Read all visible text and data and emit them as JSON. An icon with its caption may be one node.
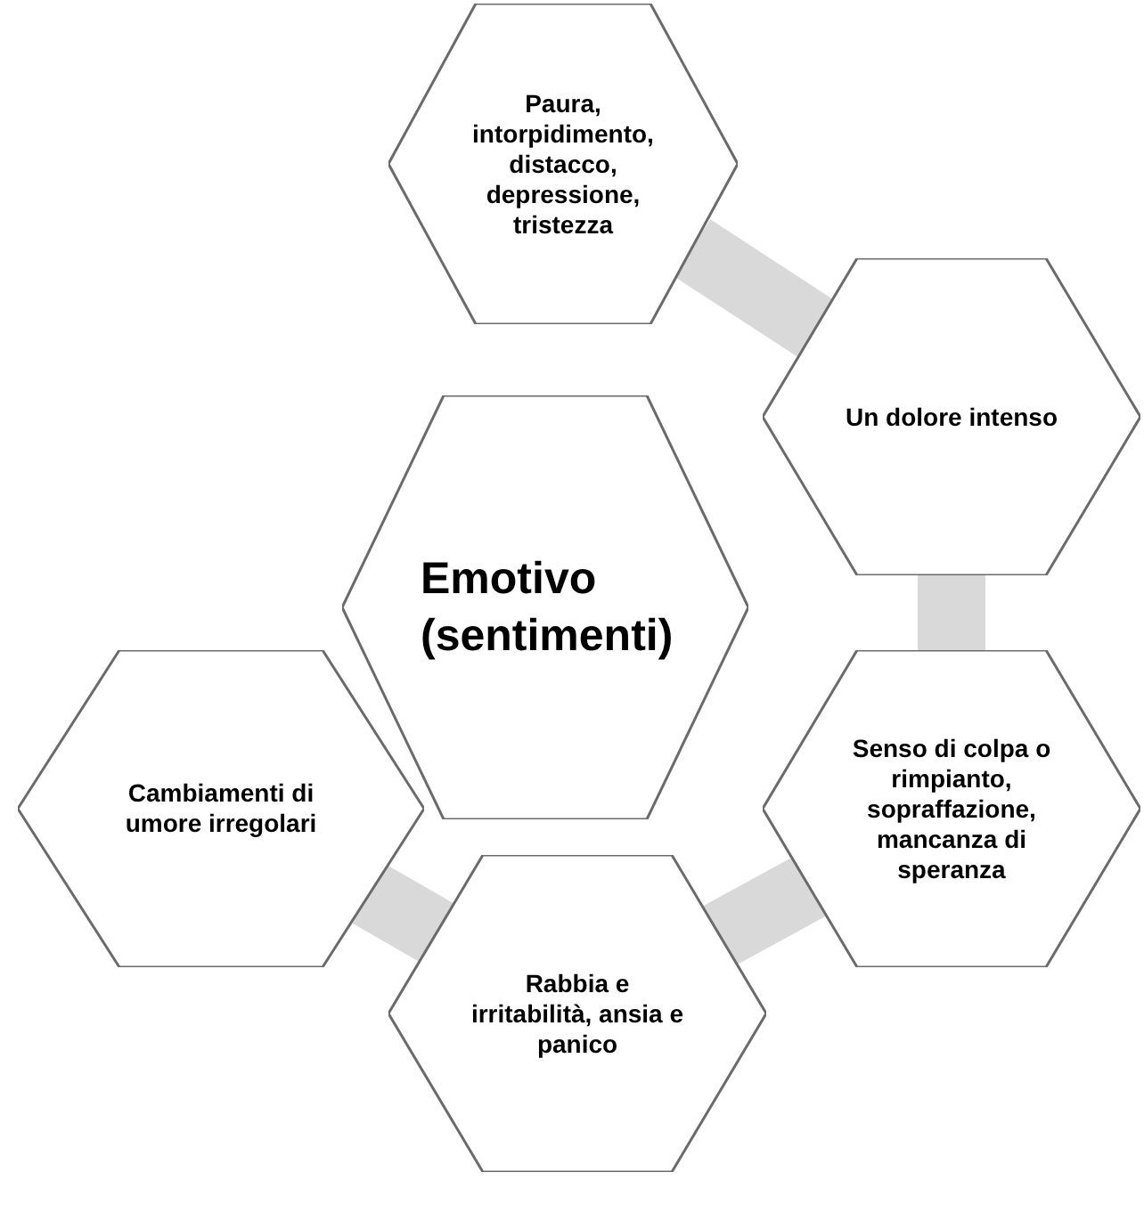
{
  "diagram": {
    "nodes": [
      {
        "text": [
          "Emotivo (sentimenti)"
        ]
      },
      {
        "text": [
          "Paura, intorpidimento, distacco, depressione, tristezza"
        ]
      },
      {
        "text": [
          "Un dolore intenso"
        ]
      },
      {
        "text": [
          "Senso di colpa o rimpianto, sopraffazione, mancanza di speranza"
        ]
      },
      {
        "text": [
          "Rabbia e irritabilità, ansia e panico"
        ]
      },
      {
        "text": [
          "Cambiamenti di umore irregolari"
        ]
      }
    ],
    "edges": [
      {
        "from": 1,
        "to": 2,
        "arrow": "none"
      },
      {
        "from": 2,
        "to": 3,
        "arrow": "none"
      },
      {
        "from": 3,
        "to": 4,
        "arrow": "none"
      },
      {
        "from": 4,
        "to": 5,
        "arrow": "none"
      }
    ]
  }
}
